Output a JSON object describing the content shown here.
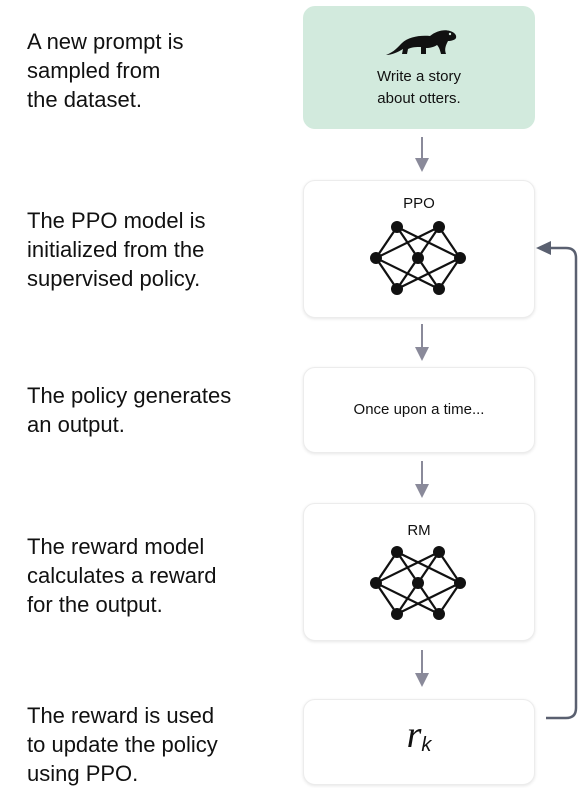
{
  "steps": [
    {
      "text": "A new prompt is\nsampled from\nthe dataset."
    },
    {
      "text": "The PPO model is\ninitialized from the\nsupervised policy."
    },
    {
      "text": "The policy generates\nan output."
    },
    {
      "text": "The reward model\ncalculates a reward\nfor the output."
    },
    {
      "text": "The reward is used\nto update the policy\nusing PPO."
    }
  ],
  "boxes": {
    "prompt": {
      "text": "Write a story\nabout otters.",
      "icon": "otter-icon",
      "color": "#d2eadd"
    },
    "ppo": {
      "title": "PPO",
      "icon": "neural-network-icon"
    },
    "output": {
      "text": "Once upon a time..."
    },
    "rm": {
      "title": "RM",
      "icon": "neural-network-icon"
    },
    "reward": {
      "symbol": "r",
      "subscript": "k"
    }
  },
  "colors": {
    "arrow": "#8a8a9a",
    "feedback_arrow": "#5a6070",
    "node": "#111111"
  }
}
